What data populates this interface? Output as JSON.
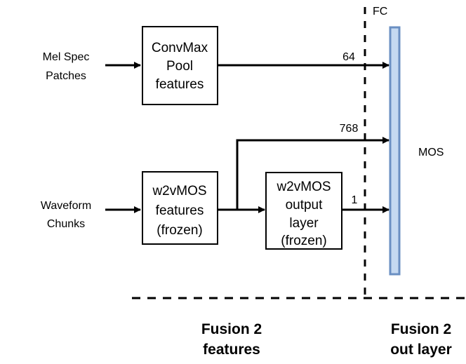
{
  "inputs": {
    "mel_line1": "Mel Spec",
    "mel_line2": "Patches",
    "wave_line1": "Waveform",
    "wave_line2": "Chunks"
  },
  "boxes": {
    "convmax": [
      "ConvMax",
      "Pool",
      "features"
    ],
    "w2v_features": [
      "w2vMOS",
      "features",
      "(frozen)"
    ],
    "w2v_output": [
      "w2vMOS",
      "output",
      "layer",
      "(frozen)"
    ]
  },
  "edges": {
    "convmax_to_fc": "64",
    "features_to_fc": "768",
    "output_to_fc": "1"
  },
  "fc_label": "FC",
  "output_label": "MOS",
  "section_labels": {
    "features_line1": "Fusion 2",
    "features_line2": "features",
    "out_line1": "Fusion 2",
    "out_line2": "out layer"
  },
  "colors": {
    "fc_bar_fill": "#c5d9f1",
    "fc_bar_stroke": "#6a8fc2",
    "line": "#000000"
  }
}
